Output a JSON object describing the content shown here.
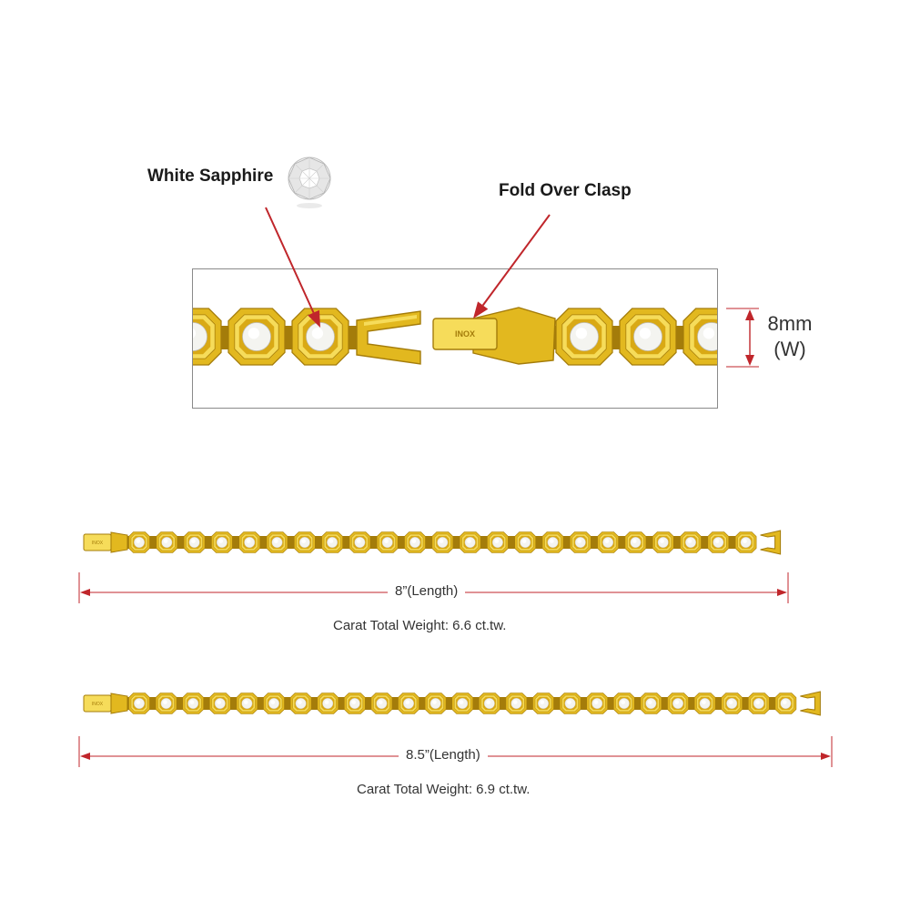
{
  "callouts": {
    "stone_label": "White Sapphire",
    "clasp_label": "Fold Over Clasp"
  },
  "closeup": {
    "width_value": "8mm",
    "width_unit": "(W)",
    "clasp_engraving": "INOX"
  },
  "bracelets": [
    {
      "length_label": "8”(Length)",
      "weight_caption": "Carat Total Weight: 6.6 ct.tw.",
      "links": 23
    },
    {
      "length_label": "8.5”(Length)",
      "weight_caption": "Carat Total Weight: 6.9 ct.tw.",
      "links": 25
    }
  ],
  "colors": {
    "gold": "#e2b81f",
    "gold_light": "#f6dc5a",
    "gold_dark": "#a47c0a",
    "stone": "#f4f4f0",
    "arrow": "#c0262b",
    "frame": "#8a8a8a"
  }
}
